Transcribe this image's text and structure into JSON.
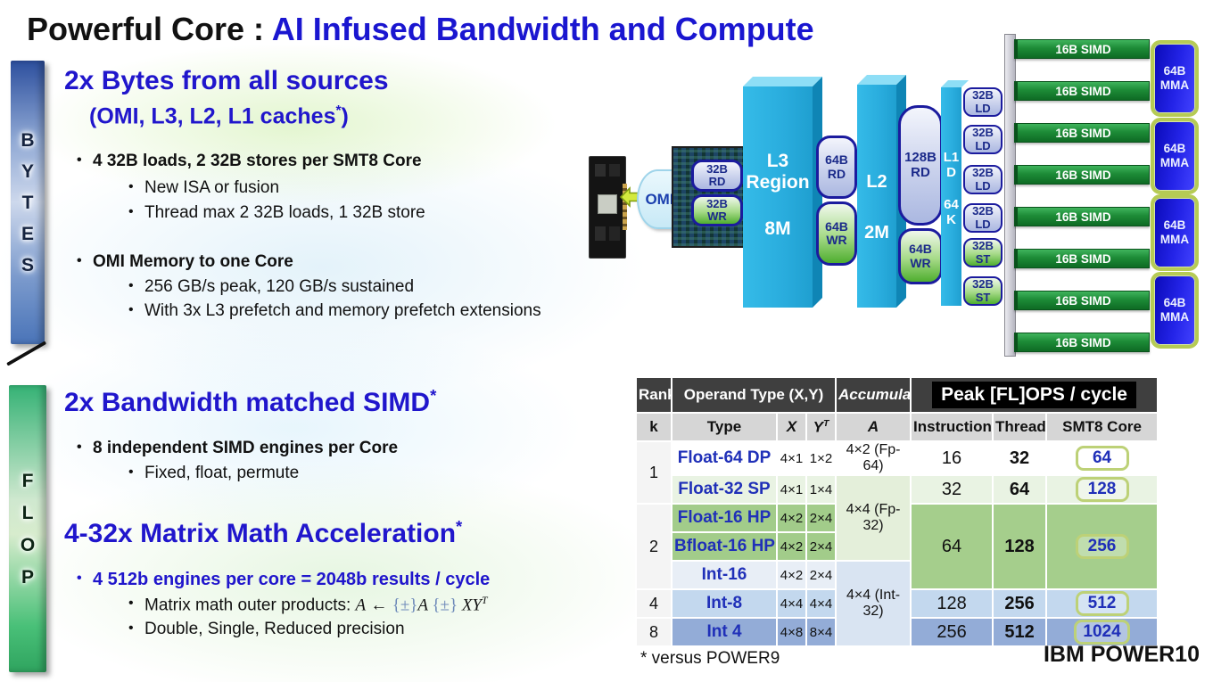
{
  "title": {
    "prefix": "Powerful Core : ",
    "highlight": "AI Infused Bandwidth and Compute"
  },
  "rails": {
    "bytes_letters": [
      "B",
      "Y",
      "T",
      "E",
      "S"
    ],
    "flop_letters": [
      "F",
      "L",
      "O",
      "P"
    ]
  },
  "bytes_section": {
    "heading": "2x Bytes from all sources",
    "subheading_text": "(OMI, L3, L2, L1 caches",
    "subheading_sup": "*",
    "subheading_end": ")",
    "bullet1": "4 32B loads, 2 32B stores per SMT8 Core",
    "bullet1_sub1": "New ISA or fusion",
    "bullet1_sub2": "Thread max 2 32B loads, 1 32B store",
    "bullet2": "OMI Memory to one Core",
    "bullet2_sub1": "256 GB/s peak, 120 GB/s sustained",
    "bullet2_sub2": "With 3x L3 prefetch and memory prefetch extensions"
  },
  "simd_section": {
    "heading": "2x Bandwidth matched SIMD",
    "heading_sup": "*",
    "bullet1": "8 independent SIMD engines per Core",
    "bullet1_sub1": "Fixed, float, permute"
  },
  "mma_section": {
    "heading": "4-32x Matrix Math Acceleration",
    "heading_sup": "*",
    "bullet1": "4 512b engines per core = 2048b results / cycle",
    "formula_prefix": "Matrix math outer products: ",
    "formula_a1": "A",
    "formula_arrow": " ← ",
    "formula_pm1": "{±}",
    "formula_a2": "A ",
    "formula_pm2": "{±} ",
    "formula_xy": "XY",
    "formula_sup": "T",
    "bullet1_sub2": "Double, Single, Reduced precision"
  },
  "diagram": {
    "omi_label": "OMI",
    "chip_pills": [
      "32B RD",
      "32B WR"
    ],
    "l3_box": {
      "line1": "L3",
      "line2": "Region",
      "line3": "8M"
    },
    "l3_l2_pills": [
      "64B RD",
      "64B WR"
    ],
    "l2_box": {
      "line1": "L2",
      "line2": "2M"
    },
    "l2_l1_pills": [
      "128B RD",
      "64B WR"
    ],
    "l1_bar": [
      "L1",
      "D",
      "64",
      "K"
    ],
    "lsu_pills": [
      "32B LD",
      "32B LD",
      "32B LD",
      "32B LD",
      "32B ST",
      "32B ST"
    ],
    "simd_label": "16B SIMD",
    "mma_line1": "64B",
    "mma_line2": "MMA"
  },
  "table": {
    "header1": {
      "rank": "Rank",
      "operand": "Operand Type (X,Y)",
      "accumulator": "Accumulator",
      "peak": "Peak [FL]OPS / cycle"
    },
    "header2": {
      "k": "k",
      "type": "Type",
      "x": "X",
      "y": "Y",
      "y_sup": "T",
      "a": "A",
      "instruction": "Instruction",
      "thread": "Thread",
      "smt8": "SMT8 Core"
    },
    "rank_groups": [
      "1",
      "2",
      "4",
      "8"
    ],
    "rows": [
      {
        "type": "Float-64 DP",
        "x": "4×1",
        "y": "1×2",
        "a": "4×2 (Fp-64)",
        "instruction": "16",
        "thread": "32",
        "smt8": "64"
      },
      {
        "type": "Float-32 SP",
        "x": "4×1",
        "y": "1×4",
        "instruction": "32",
        "thread": "64",
        "smt8": "128"
      },
      {
        "type": "Float-16 HP",
        "x": "4×2",
        "y": "2×4",
        "a": "4×4 (Fp-32)"
      },
      {
        "type": "Bfloat-16 HP",
        "x": "4×2",
        "y": "2×4",
        "instruction": "64",
        "thread": "128",
        "smt8": "256"
      },
      {
        "type": "Int-16",
        "x": "4×2",
        "y": "2×4"
      },
      {
        "type": "Int-8",
        "x": "4×4",
        "y": "4×4",
        "a": "4×4 (Int-32)",
        "instruction": "128",
        "thread": "256",
        "smt8": "512"
      },
      {
        "type": "Int 4",
        "x": "4×8",
        "y": "8×4",
        "instruction": "256",
        "thread": "512",
        "smt8": "1024"
      }
    ]
  },
  "footer": {
    "note": "* versus POWER9",
    "brand": "IBM POWER10"
  },
  "colors": {
    "title_blue": "#1a16d0",
    "heading_blue": "#2016cc",
    "cyan_box": "#29acdd",
    "simd_green": "#1d8b37",
    "mma_blue": "#1414d2",
    "mma_outline": "#b6cb54",
    "peak_green": "#a5ce8c",
    "int_blue": "#93acd7"
  }
}
